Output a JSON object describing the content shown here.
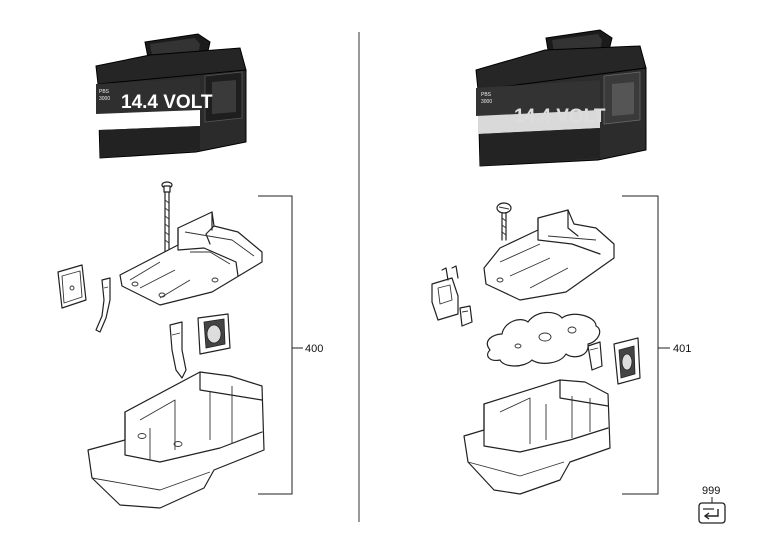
{
  "diagram": {
    "left_assembly": {
      "battery_label": "14.4 VOLT",
      "battery_small_label": [
        "PBS",
        "3000"
      ],
      "callout": "400"
    },
    "right_assembly": {
      "battery_label": "14.4 VOLT",
      "battery_small_label": [
        "PBS",
        "3000"
      ],
      "callout": "401"
    },
    "footer_callout": "999",
    "colors": {
      "battery_body": "#2a2a2a",
      "battery_top": "#1a1a1a",
      "label_band": "#ffffff",
      "right_label_band": "#dddddd",
      "line": "#222222"
    }
  }
}
